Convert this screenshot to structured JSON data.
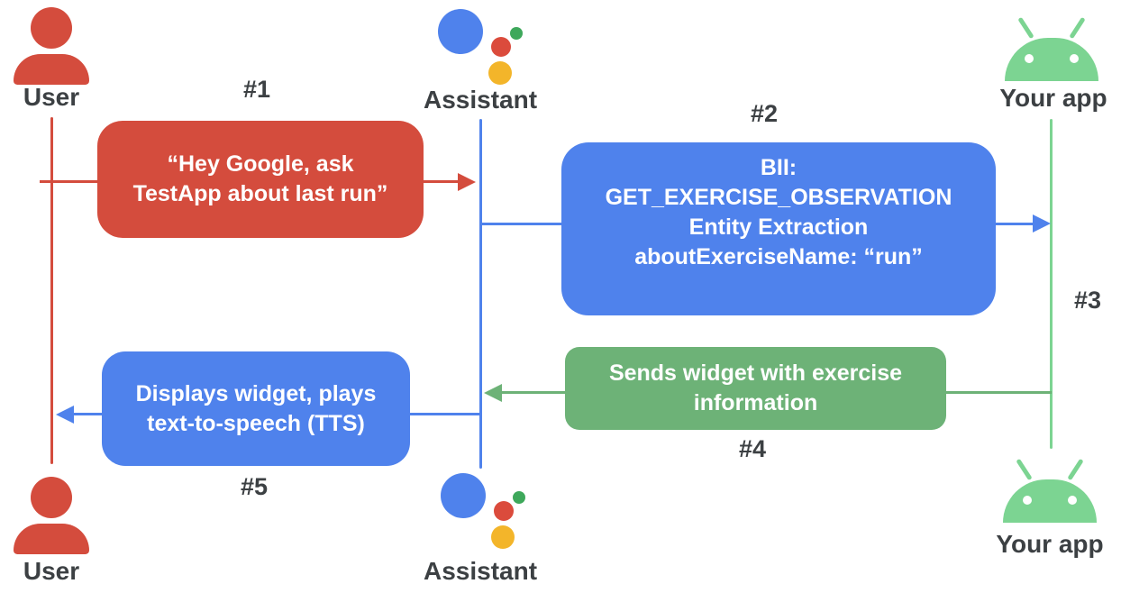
{
  "actors": {
    "user": {
      "label": "User",
      "icon": "person-icon",
      "color": "#D44C3D"
    },
    "assistant": {
      "label": "Assistant",
      "icon": "google-assistant-icon",
      "logo_colors": {
        "blue": "#4F82EC",
        "red": "#DB4B3C",
        "green": "#3EA85B",
        "yellow": "#F3B52A"
      }
    },
    "your_app": {
      "label": "Your app",
      "icon": "android-robot-icon",
      "color": "#7CD492"
    }
  },
  "steps": {
    "s1": {
      "number": "#1",
      "from": "User",
      "to": "Assistant",
      "lines": [
        "“Hey Google, ask",
        "TestApp about last run”"
      ],
      "box_color": "#D44C3D"
    },
    "s2": {
      "number": "#2",
      "from": "Assistant",
      "to": "Your app",
      "lines": [
        "BII:",
        "GET_EXERCISE_OBSERVATION",
        "Entity Extraction",
        "aboutExerciseName: “run”"
      ],
      "box_color": "#4F82EC"
    },
    "s3": {
      "number": "#3"
    },
    "s4": {
      "number": "#4",
      "from": "Your app",
      "to": "Assistant",
      "lines": [
        "Sends widget with exercise",
        "information"
      ],
      "box_color": "#6DB277"
    },
    "s5": {
      "number": "#5",
      "from": "Assistant",
      "to": "User",
      "lines": [
        "Displays widget, plays",
        "text-to-speech (TTS)"
      ],
      "box_color": "#4F82EC"
    }
  },
  "colors": {
    "background": "#FFFFFF",
    "red": "#D44C3D",
    "blue": "#4F82EC",
    "green": "#6DB277",
    "android_green": "#7CD492",
    "label_text": "#3C4043",
    "box_text": "#FFFFFF"
  }
}
